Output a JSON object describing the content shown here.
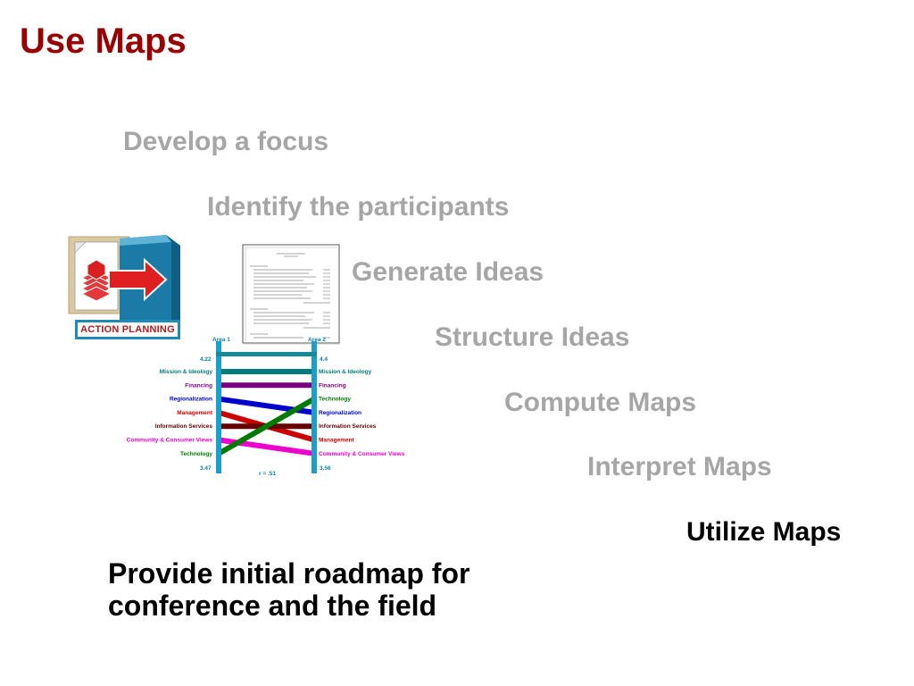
{
  "title": "Use Maps",
  "steps": [
    {
      "label": "Develop a focus",
      "active": false
    },
    {
      "label": "Identify the participants",
      "active": false
    },
    {
      "label": "Generate Ideas",
      "active": false
    },
    {
      "label": "Structure Ideas",
      "active": false
    },
    {
      "label": "Compute Maps",
      "active": false
    },
    {
      "label": "Interpret Maps",
      "active": false
    },
    {
      "label": "Utilize Maps",
      "active": true
    }
  ],
  "description": {
    "line1": "Provide initial roadmap for",
    "line2": "conference and the field"
  },
  "action_planning": {
    "label": "ACTION PLANNING"
  },
  "ladder": {
    "left_axis_title": "Area 1",
    "right_axis_title": "Area 2",
    "left_max": "4.22",
    "left_min": "3.47",
    "right_max": "4.4",
    "right_min": "3.56",
    "correlation": "r = .51",
    "left_items": [
      {
        "label": "Mission & Ideology",
        "color": "#007a7a"
      },
      {
        "label": "Financing",
        "color": "#7a0080"
      },
      {
        "label": "Regionalization",
        "color": "#0000cc"
      },
      {
        "label": "Management",
        "color": "#cc0000"
      },
      {
        "label": "Information Services",
        "color": "#660000"
      },
      {
        "label": "Community & Consumer Views",
        "color": "#ee00cc"
      },
      {
        "label": "Technology",
        "color": "#007a00"
      }
    ],
    "right_items": [
      {
        "label": "Mission & Ideology",
        "color": "#007a7a"
      },
      {
        "label": "Financing",
        "color": "#7a0080"
      },
      {
        "label": "Technology",
        "color": "#007a00"
      },
      {
        "label": "Regionalization",
        "color": "#0000cc"
      },
      {
        "label": "Information Services",
        "color": "#660000"
      },
      {
        "label": "Management",
        "color": "#cc0000"
      },
      {
        "label": "Community & Consumer Views",
        "color": "#ee00cc"
      }
    ]
  }
}
